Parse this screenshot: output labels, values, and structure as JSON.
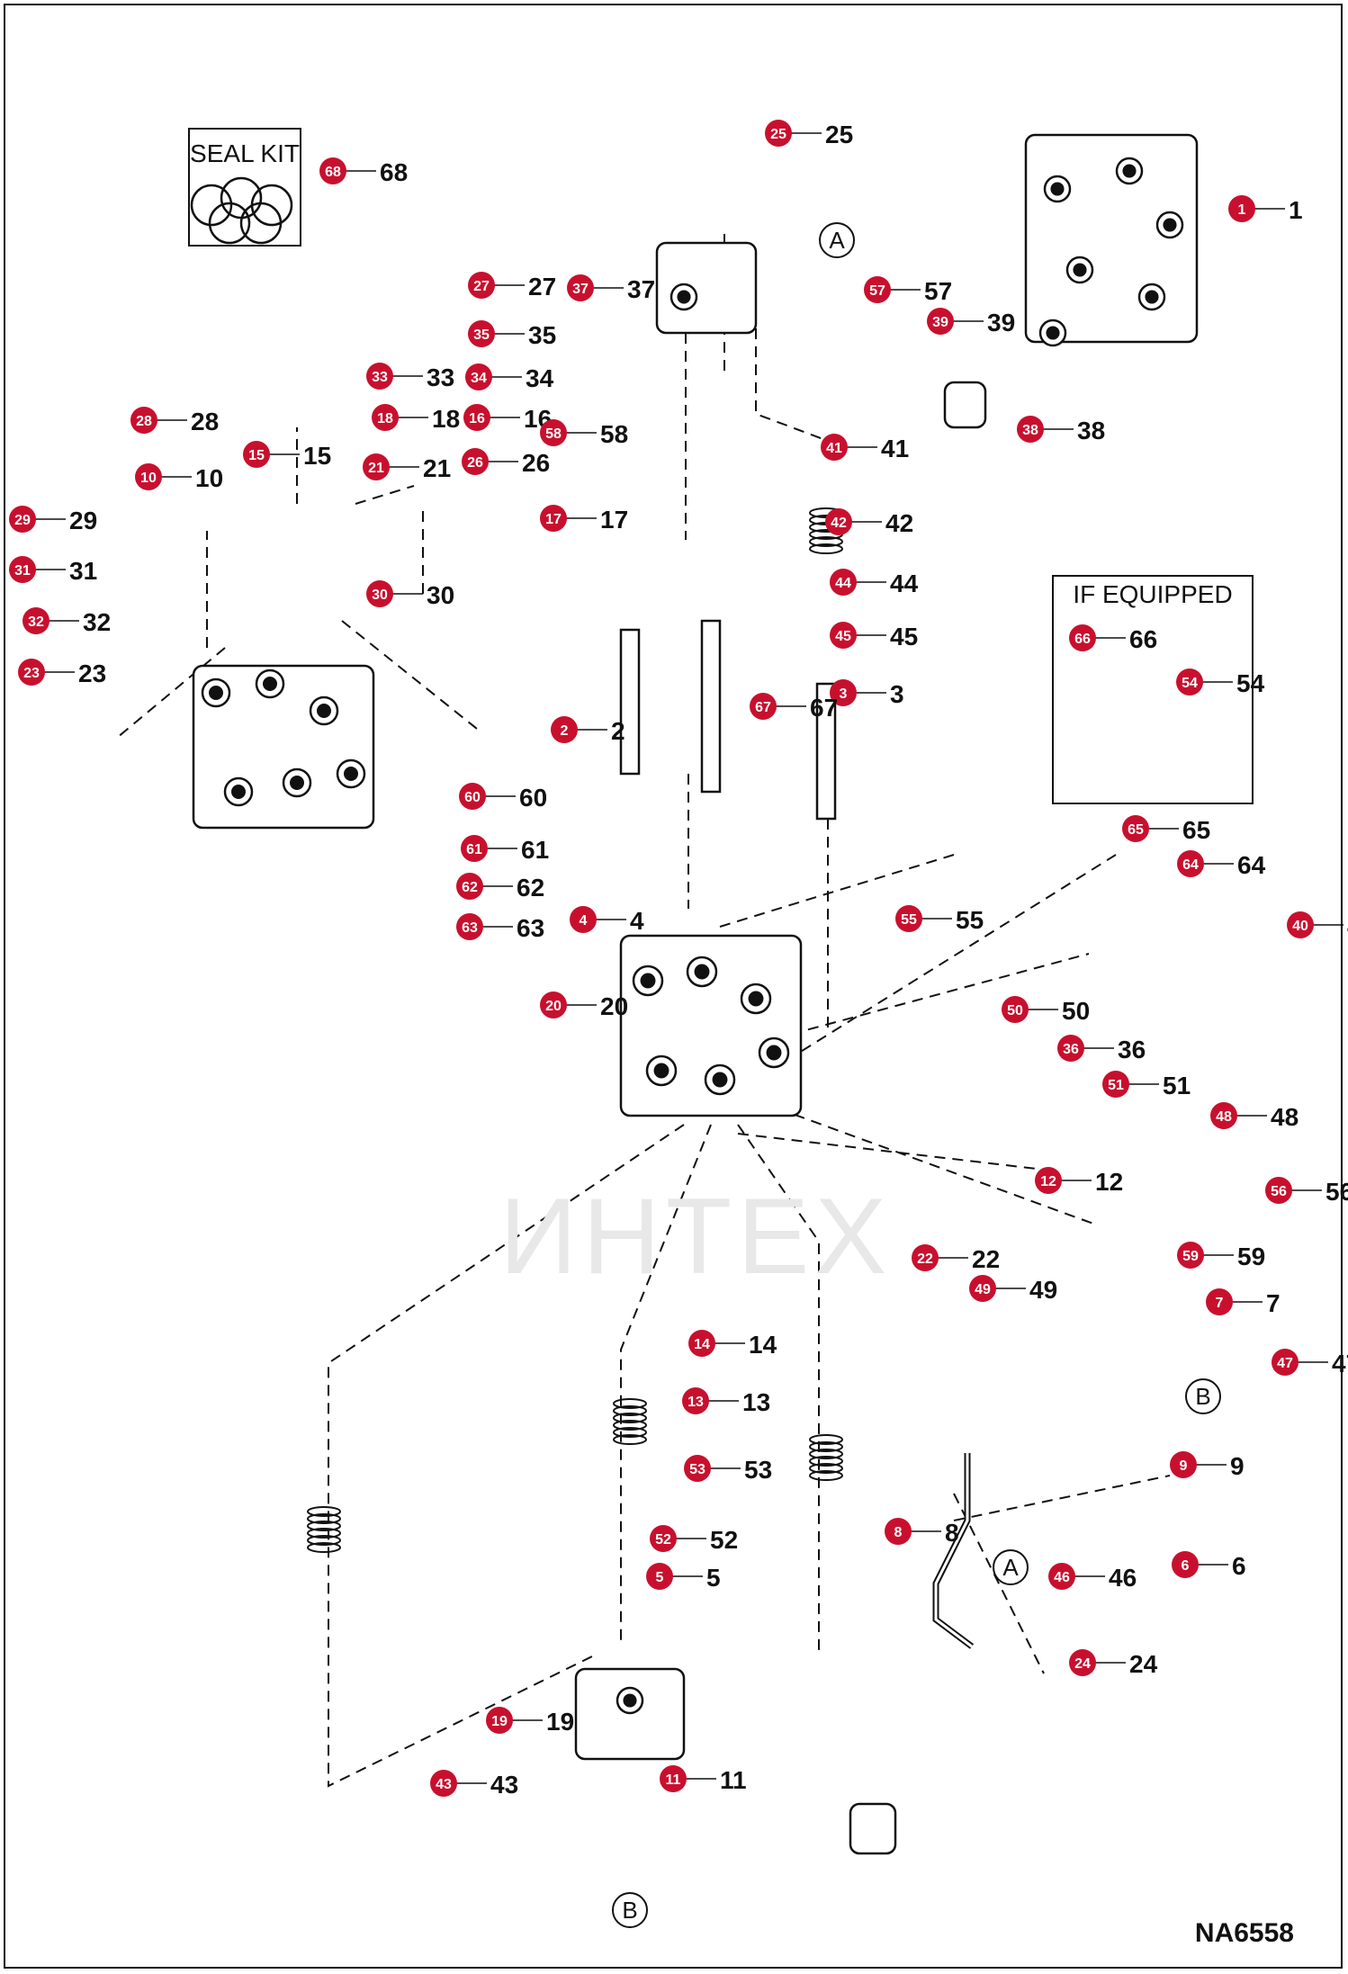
{
  "drawing_number": "NA6558",
  "watermark": "ИНТЕХ",
  "seal_kit_label": "SEAL KIT",
  "if_equipped_label": "IF EQUIPPED",
  "callout_color": "#c8102e",
  "view_markers": [
    "A",
    "B"
  ],
  "callouts": [
    {
      "n": "25"
    },
    {
      "n": "68"
    },
    {
      "n": "1"
    },
    {
      "n": "37"
    },
    {
      "n": "57"
    },
    {
      "n": "39"
    },
    {
      "n": "38"
    },
    {
      "n": "27"
    },
    {
      "n": "35"
    },
    {
      "n": "33"
    },
    {
      "n": "34"
    },
    {
      "n": "28"
    },
    {
      "n": "18"
    },
    {
      "n": "16"
    },
    {
      "n": "15"
    },
    {
      "n": "21"
    },
    {
      "n": "26"
    },
    {
      "n": "10"
    },
    {
      "n": "29"
    },
    {
      "n": "31"
    },
    {
      "n": "32"
    },
    {
      "n": "23"
    },
    {
      "n": "30"
    },
    {
      "n": "58"
    },
    {
      "n": "17"
    },
    {
      "n": "41"
    },
    {
      "n": "42"
    },
    {
      "n": "44"
    },
    {
      "n": "45"
    },
    {
      "n": "3"
    },
    {
      "n": "2"
    },
    {
      "n": "67"
    },
    {
      "n": "66"
    },
    {
      "n": "54"
    },
    {
      "n": "60"
    },
    {
      "n": "61"
    },
    {
      "n": "62"
    },
    {
      "n": "63"
    },
    {
      "n": "4"
    },
    {
      "n": "55"
    },
    {
      "n": "20"
    },
    {
      "n": "65"
    },
    {
      "n": "64"
    },
    {
      "n": "40"
    },
    {
      "n": "50"
    },
    {
      "n": "36"
    },
    {
      "n": "51"
    },
    {
      "n": "48"
    },
    {
      "n": "12"
    },
    {
      "n": "56"
    },
    {
      "n": "22"
    },
    {
      "n": "49"
    },
    {
      "n": "59"
    },
    {
      "n": "7"
    },
    {
      "n": "47"
    },
    {
      "n": "9"
    },
    {
      "n": "14"
    },
    {
      "n": "13"
    },
    {
      "n": "53"
    },
    {
      "n": "52"
    },
    {
      "n": "5"
    },
    {
      "n": "8"
    },
    {
      "n": "46"
    },
    {
      "n": "6"
    },
    {
      "n": "24"
    },
    {
      "n": "19"
    },
    {
      "n": "11"
    },
    {
      "n": "43"
    }
  ]
}
